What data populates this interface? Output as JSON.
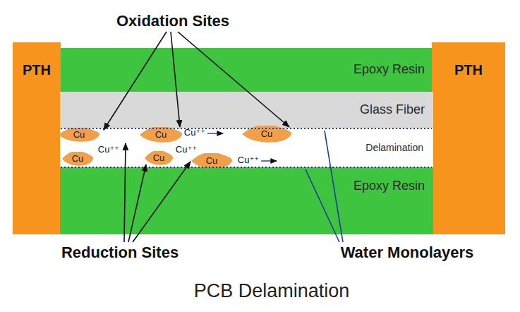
{
  "diagram": {
    "caption": "PCB Delamination",
    "nodes": [
      {
        "text": [
          "Epoxy Resin"
        ]
      },
      {
        "text": [
          "PTH"
        ]
      },
      {
        "text": [
          "PTH"
        ]
      },
      {
        "text": [
          "Glass Fiber"
        ]
      },
      {
        "text": [
          "Delamination"
        ]
      },
      {
        "text": [
          "Cu"
        ]
      },
      {
        "text": [
          "Cu"
        ]
      },
      {
        "text": [
          "Cu"
        ]
      },
      {
        "text": [
          "Cu"
        ]
      },
      {
        "text": [
          "Cu"
        ]
      },
      {
        "text": [
          "Cu"
        ]
      },
      {
        "text": [
          "Epoxy Resin"
        ]
      }
    ],
    "labels": [
      "Oxidation Sites",
      "Cu⁺⁺",
      "Cu⁺⁺",
      "Cu⁺⁺",
      "Cu⁺⁺",
      "Reduction Sites",
      "Water Monolayers"
    ]
  }
}
